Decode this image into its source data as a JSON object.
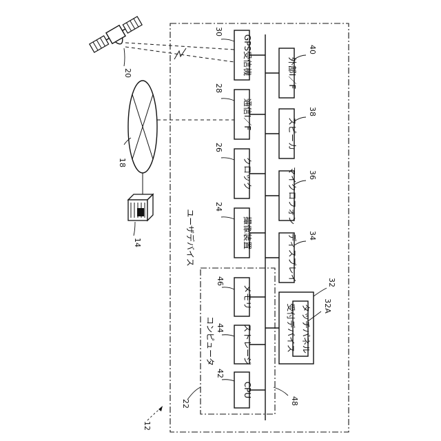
{
  "labels": {
    "user_device": "ユーザデバイス",
    "computer": "コンピュータ",
    "gps": "GPS受信機",
    "comm_if": "通信I／F",
    "clock": "クロック",
    "camera": "撮像装置",
    "memory": "メモリ",
    "storage": "ストレージ",
    "cpu": "CPU",
    "ext_if": "外部I／F",
    "speaker": "スピーカ",
    "microphone": "マイクロフォン",
    "display": "ディスプレイ",
    "reception": "受付デバイス",
    "touch_panel": "タッチパネル"
  },
  "refs": {
    "system": "12",
    "server": "14",
    "network": "18",
    "satellite": "20",
    "user_device": "22",
    "camera": "24",
    "clock": "26",
    "comm_if": "28",
    "gps": "30",
    "reception": "32",
    "touch_panel": "32A",
    "display": "34",
    "microphone": "36",
    "speaker": "38",
    "ext_if": "40",
    "cpu": "42",
    "storage": "44",
    "memory": "46",
    "bus": "48"
  }
}
